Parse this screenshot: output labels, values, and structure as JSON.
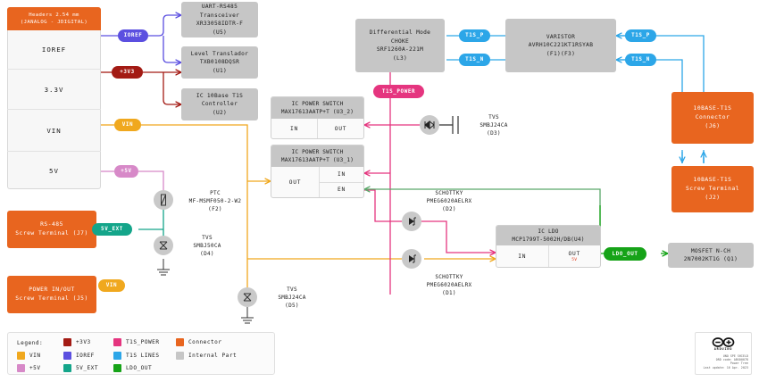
{
  "diagram": {
    "title": "Arduino UNO SPE Shield Power Tree",
    "headers_block": {
      "title_line1": "Headers 2.54 mm",
      "title_line2": "(JANALOG - JDIGITAL)",
      "rails": [
        "IOREF",
        "3.3V",
        "VIN",
        "5V"
      ]
    },
    "internal_parts": [
      {
        "name": "uart-rs485-transceiver",
        "lines": [
          "UART-RS485",
          "Transceiver",
          "XR33058IDTR-F",
          "(U5)"
        ]
      },
      {
        "name": "level-translator",
        "lines": [
          "Level Translador",
          "TXB0108DQSR",
          "(U1)"
        ]
      },
      {
        "name": "ic-10base-t1s-controller",
        "lines": [
          "IC 10Base T1S",
          "Controller",
          "(U2)"
        ]
      },
      {
        "name": "differential-mode-choke",
        "lines": [
          "Differential Mode",
          "CHOKE",
          "SRF1260A-221M",
          "(L3)"
        ]
      },
      {
        "name": "varistor",
        "lines": [
          "VARISTOR",
          "AVRH10C221KT1RSYAB",
          "(F1)(F3)"
        ]
      },
      {
        "name": "mosfet-n-ch",
        "lines": [
          "MOSFET N-CH",
          "2N7002KT1G (Q1)"
        ]
      }
    ],
    "connectors": [
      {
        "name": "rs485-screw-terminal",
        "lines": [
          "RS-485",
          "Screw Terminal (J7)"
        ]
      },
      {
        "name": "power-in-out-screw-terminal",
        "lines": [
          "POWER IN/OUT",
          "Screw Terminal (J5)"
        ]
      },
      {
        "name": "10base-t1s-connector",
        "lines": [
          "10BASE-T1S",
          "Connector",
          "(J6)"
        ]
      },
      {
        "name": "10base-t1s-screw-terminal",
        "lines": [
          "10BASE-T1S",
          "Screw Terminal",
          "(J2)"
        ]
      }
    ],
    "power_switches": [
      {
        "name": "ic-power-switch-u3-2",
        "head": [
          "IC POWER SWITCH",
          "MAX17613AATP+T (U3_2)"
        ],
        "pins": [
          "IN",
          "OUT"
        ]
      },
      {
        "name": "ic-power-switch-u3-1",
        "head": [
          "IC POWER SWITCH",
          "MAX17613AATP+T (U3_1)"
        ],
        "pins": [
          "OUT",
          "IN",
          "EN"
        ]
      }
    ],
    "ldo": {
      "head": [
        "IC LDO",
        "MCP1799T-5002H/DB(U4)"
      ],
      "pin_in": "IN",
      "pin_out": "OUT",
      "pin_out_value": "5V"
    },
    "discretes": [
      {
        "name": "tvs-d3",
        "lines": [
          "TVS",
          "SMBJ24CA",
          "(D3)"
        ]
      },
      {
        "name": "tvs-d4",
        "lines": [
          "TVS",
          "SMBJ50CA",
          "(D4)"
        ]
      },
      {
        "name": "tvs-d5",
        "lines": [
          "TVS",
          "SMBJ24CA",
          "(D5)"
        ]
      },
      {
        "name": "ptc-f2",
        "lines": [
          "PTC",
          "MF-MSMF050-2-W2",
          "(F2)"
        ]
      },
      {
        "name": "schottky-d2",
        "lines": [
          "SCHOTTKY",
          "PMEG6020AELRX",
          "(D2)"
        ]
      },
      {
        "name": "schottky-d1",
        "lines": [
          "SCHOTTKY",
          "PMEG6020AELRX",
          "(D1)"
        ]
      }
    ],
    "net_labels": {
      "ioref": "IOREF",
      "p3v3": "+3V3",
      "vin": "VIN",
      "p5v": "+5V",
      "v5_ext": "5V_EXT",
      "t1s_power": "T1S_POWER",
      "t1s_p": "T1S_P",
      "t1s_n": "T1S_N",
      "ldo_out": "LDO_OUT"
    },
    "legend": {
      "title": "Legend:",
      "items": [
        {
          "label": "+3V3",
          "color": "#a31b14"
        },
        {
          "label": "T1S_POWER",
          "color": "#e5357f"
        },
        {
          "label": "Connector",
          "color": "#e8651f"
        },
        {
          "label": "VIN",
          "color": "#f0a81e"
        },
        {
          "label": "IOREF",
          "color": "#5b4fe0"
        },
        {
          "label": "T1S LINES",
          "color": "#2ca6e8"
        },
        {
          "label": "Internal Part",
          "color": "#c6c6c6"
        },
        {
          "label": "+5V",
          "color": "#d789c8"
        },
        {
          "label": "5V_EXT",
          "color": "#14a58a"
        },
        {
          "label": "LDO_OUT",
          "color": "#16a318"
        }
      ]
    },
    "info": {
      "brand": "ARDUINO",
      "line1": "UNO SPE SHIELD",
      "line2": "ORD code: ABX00078",
      "line3": "Power Tree",
      "line4": "Last update: 16 Apr. 2023"
    },
    "colors": {
      "ioref": "#5b4fe0",
      "p3v3": "#a31b14",
      "vin": "#f0a81e",
      "p5v": "#d789c8",
      "v5_ext": "#14a58a",
      "t1s_power": "#e5357f",
      "t1s_lines": "#2ca6e8",
      "ldo_out": "#16a318",
      "connector": "#e8651f",
      "internal": "#c6c6c6"
    }
  }
}
